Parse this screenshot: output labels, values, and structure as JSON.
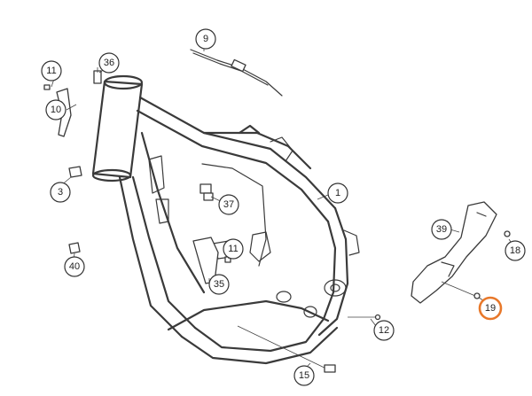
{
  "callouts": [
    {
      "id": "c1",
      "label": "1"
    },
    {
      "id": "c3",
      "label": "3"
    },
    {
      "id": "c9",
      "label": "9"
    },
    {
      "id": "c10",
      "label": "10"
    },
    {
      "id": "c11a",
      "label": "11"
    },
    {
      "id": "c11b",
      "label": "11"
    },
    {
      "id": "c12",
      "label": "12"
    },
    {
      "id": "c15",
      "label": "15"
    },
    {
      "id": "c18",
      "label": "18"
    },
    {
      "id": "c19",
      "label": "19",
      "highlighted": true
    },
    {
      "id": "c35",
      "label": "35"
    },
    {
      "id": "c36",
      "label": "36"
    },
    {
      "id": "c37",
      "label": "37"
    },
    {
      "id": "c39",
      "label": "39"
    },
    {
      "id": "c40",
      "label": "40"
    }
  ],
  "colors": {
    "line": "#3a3a3a",
    "highlight": "#e8782a",
    "background": "#ffffff"
  }
}
